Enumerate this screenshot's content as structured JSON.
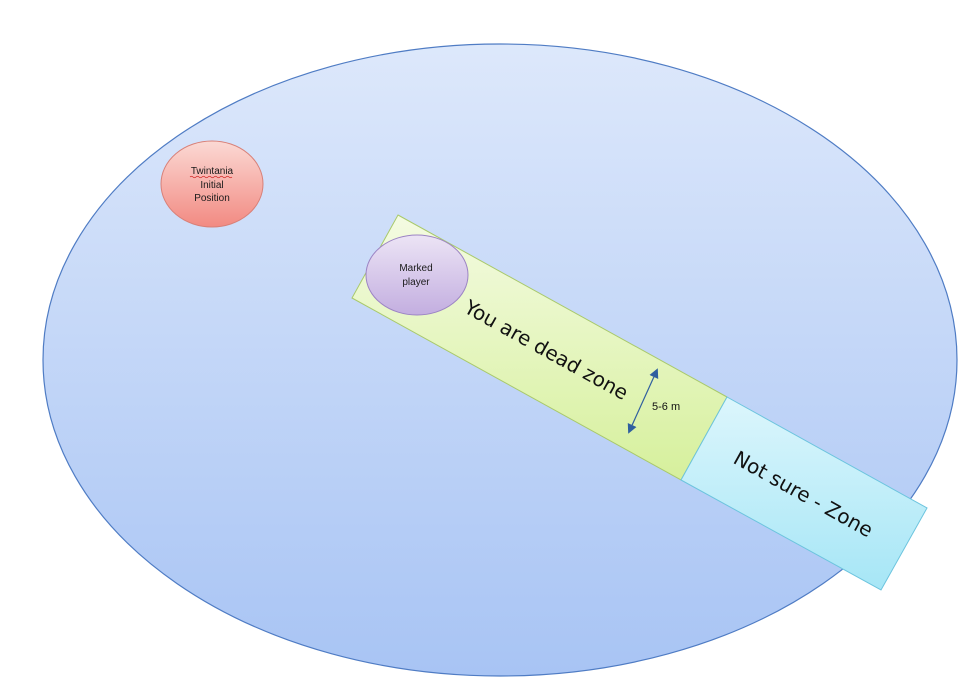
{
  "twintania": {
    "line1": "Twintania",
    "line2": "Initial",
    "line3": "Position"
  },
  "marked_player": {
    "line1": "Marked",
    "line2": "player"
  },
  "dead_zone": {
    "label": "You are dead zone"
  },
  "distance": {
    "label": "5-6 m"
  },
  "unsure_zone": {
    "label": "Not sure - Zone"
  }
}
